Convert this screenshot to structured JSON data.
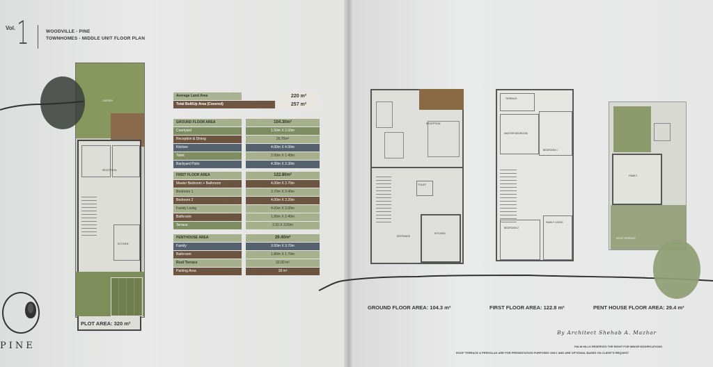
{
  "header": {
    "vol_label": "Vol.",
    "vol_number": "1",
    "project": "WOODVILLE - PINE",
    "subtitle": "TOWNHOMES - MIDDLE UNIT FLOOR PLAN"
  },
  "brand": "PINE",
  "plot": {
    "label": "PLOT AREA: 320 m²"
  },
  "area_table": {
    "average_land_area": {
      "label": "Average Land Area",
      "value": "220 m²"
    },
    "total_builtup": {
      "label": "Total BuiltUp Area (Covered)",
      "value": "257 m²"
    },
    "ground": {
      "title": "GROUND FLOOR AREA",
      "total": "104.30m²",
      "rows": [
        {
          "label": "Courtyard",
          "value": "1.50m X 2.00m"
        },
        {
          "label": "Reception & Dining",
          "value": "26.70m²"
        },
        {
          "label": "Kitchen",
          "value": "4.00m X 4.00m"
        },
        {
          "label": "Toilet",
          "value": "2.00m X 1.40m"
        },
        {
          "label": "Backyard Patio",
          "value": "4.30m X 3.30m"
        }
      ]
    },
    "first": {
      "title": "FIRST FLOOR AREA",
      "total": "122.80m²",
      "rows": [
        {
          "label": "Master Bedroom + Bathroom",
          "value": "4.00m X 3.70m"
        },
        {
          "label": "Bedroom 1",
          "value": "3.70m X 3.40m"
        },
        {
          "label": "Bedroom 2",
          "value": "4.00m X 3.20m"
        },
        {
          "label": "Family Living",
          "value": "4.00m X 3.00m"
        },
        {
          "label": "Bathroom",
          "value": "1.90m X 2.40m"
        },
        {
          "label": "Terrace",
          "value": "3.30 X 3.60m"
        }
      ]
    },
    "penthouse": {
      "title": "PENTHOUSE AREA",
      "total": "29.40m²",
      "rows": [
        {
          "label": "Family",
          "value": "3.50m X 3.70m"
        },
        {
          "label": "Bathroom",
          "value": "1.80m X 1.70m"
        }
      ]
    },
    "roof": [
      {
        "label": "Roof Terrace",
        "value": "32.00 m²"
      },
      {
        "label": "Parking Area",
        "value": "18 m²"
      }
    ]
  },
  "floor_labels": {
    "ground": "GROUND FLOOR AREA: 104.3 m²",
    "first": "FIRST FLOOR AREA: 122.8 m²",
    "penthouse": "PENT HOUSE FLOOR AREA: 29.4 m²"
  },
  "plan_rooms": {
    "plot_garden": "GARDEN",
    "plot_reception": "RECEPTION",
    "plot_kitchen": "KITCHEN",
    "ground_reception": "RECEPTION",
    "ground_kitchen": "KITCHEN",
    "ground_entrance": "ENTRANCE",
    "ground_toilet": "TOILET",
    "first_master": "MASTER BEDROOM",
    "first_bed1": "BEDROOM 1",
    "first_bed2": "BEDROOM 2",
    "first_family": "FAMILY LIVING",
    "first_terrace": "TERRACE",
    "pent_family": "FAMILY",
    "pent_terrace": "ROOF TERRACE"
  },
  "architect": "By Architect Shehab A. Mazhar",
  "notes": [
    "PALM HILLS RESERVES THE RIGHT FOR MINOR MODIFICATIONS",
    "ROOF TERRACE & PERGOLAS ARE FOR PRESENTATION PURPOSES ONLY AND ARE OPTIONAL BASED ON CLIENT'S REQUEST"
  ],
  "colors": {
    "green_light": "#a6b08c",
    "green_dark": "#7f8c61",
    "brown": "#6c5540",
    "slate": "#55626e"
  }
}
